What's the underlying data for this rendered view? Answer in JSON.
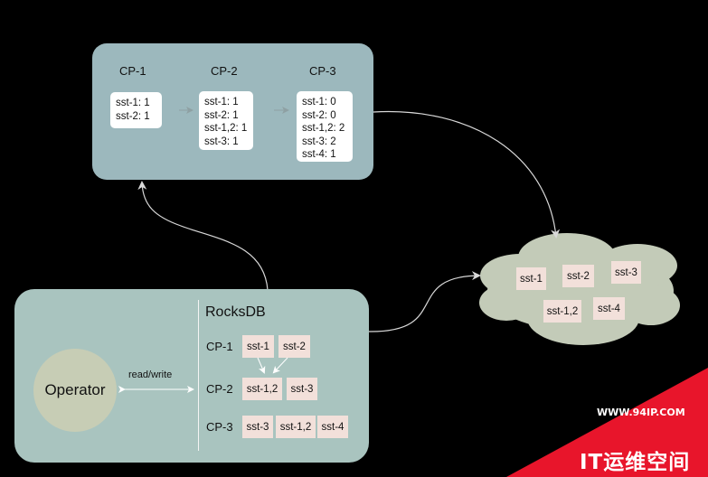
{
  "checkpoints": {
    "cp1": {
      "title": "CP-1",
      "lines": [
        "sst-1: 1",
        "sst-2: 1"
      ]
    },
    "cp2": {
      "title": "CP-2",
      "lines": [
        "sst-1: 1",
        "sst-2: 1",
        "sst-1,2: 1",
        "sst-3: 1"
      ]
    },
    "cp3": {
      "title": "CP-3",
      "lines": [
        "sst-1: 0",
        "sst-2: 0",
        "sst-1,2: 2",
        "sst-3: 2",
        "sst-4: 1"
      ]
    }
  },
  "operator": {
    "label": "Operator",
    "link_label": "read/write"
  },
  "rocksdb": {
    "title": "RocksDB",
    "rows": [
      {
        "label": "CP-1",
        "files": [
          "sst-1",
          "sst-2"
        ]
      },
      {
        "label": "CP-2",
        "files": [
          "sst-1,2",
          "sst-3"
        ]
      },
      {
        "label": "CP-3",
        "files": [
          "sst-3",
          "sst-1,2",
          "sst-4"
        ]
      }
    ]
  },
  "storage": {
    "files": [
      "sst-1",
      "sst-2",
      "sst-3",
      "sst-1,2",
      "sst-4"
    ]
  },
  "watermark": {
    "url": "WWW.94IP.COM",
    "text": "IT运维空间"
  },
  "colors": {
    "background": "#000000",
    "checkpoint_panel": "#9cb8bd",
    "rocksdb_panel": "#a9c4bf",
    "cloud": "#c3cbb8",
    "sst_file": "#f2e0da",
    "watermark": "#e8152b"
  }
}
